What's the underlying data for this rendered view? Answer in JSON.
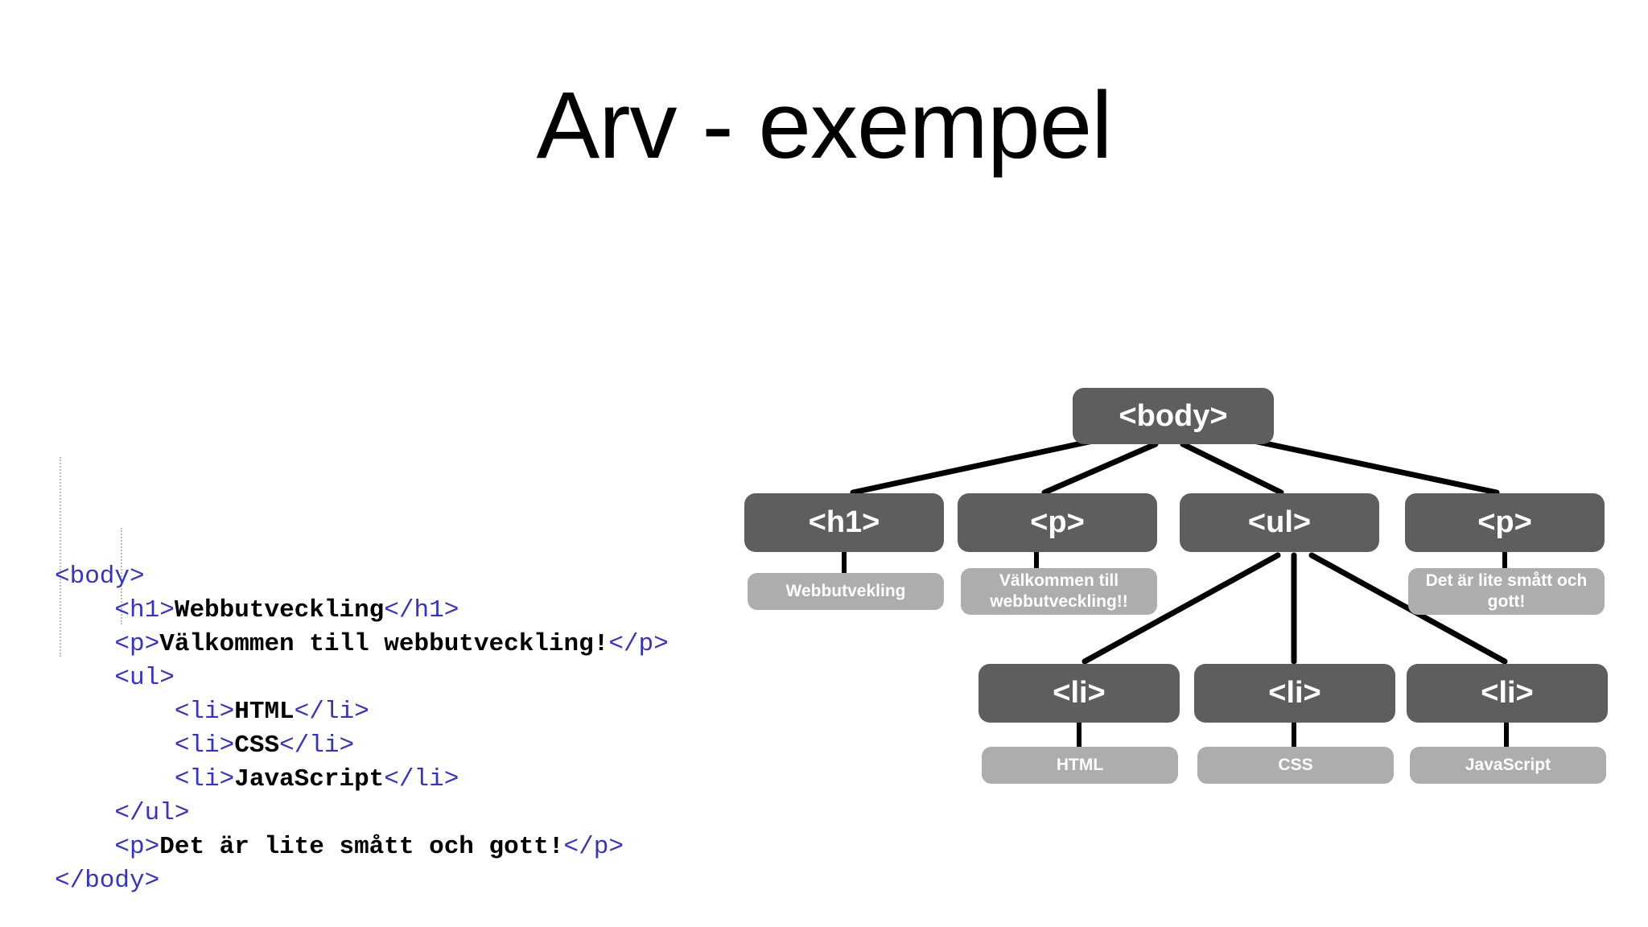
{
  "slide": {
    "title": "Arv - exempel",
    "background_color": "#ffffff"
  },
  "code": {
    "language": "html",
    "tag_color": "#3333cc",
    "text_color": "#000000",
    "lines": [
      {
        "indent": 0,
        "parts": [
          {
            "kind": "tag",
            "text": "<body>"
          }
        ]
      },
      {
        "indent": 1,
        "parts": [
          {
            "kind": "tag",
            "text": "<h1>"
          },
          {
            "kind": "txt",
            "text": "Webbutveckling"
          },
          {
            "kind": "tag",
            "text": "</h1>"
          }
        ]
      },
      {
        "indent": 1,
        "parts": [
          {
            "kind": "tag",
            "text": "<p>"
          },
          {
            "kind": "txt",
            "text": "Välkommen till webbutveckling!"
          },
          {
            "kind": "tag",
            "text": "</p>"
          }
        ]
      },
      {
        "indent": 1,
        "parts": [
          {
            "kind": "tag",
            "text": "<ul>"
          }
        ]
      },
      {
        "indent": 2,
        "parts": [
          {
            "kind": "tag",
            "text": "<li>"
          },
          {
            "kind": "txt",
            "text": "HTML"
          },
          {
            "kind": "tag",
            "text": "</li>"
          }
        ]
      },
      {
        "indent": 2,
        "parts": [
          {
            "kind": "tag",
            "text": "<li>"
          },
          {
            "kind": "txt",
            "text": "CSS"
          },
          {
            "kind": "tag",
            "text": "</li>"
          }
        ]
      },
      {
        "indent": 2,
        "parts": [
          {
            "kind": "tag",
            "text": "<li>"
          },
          {
            "kind": "txt",
            "text": "JavaScript"
          },
          {
            "kind": "tag",
            "text": "</li>"
          }
        ]
      },
      {
        "indent": 1,
        "parts": [
          {
            "kind": "tag",
            "text": "</ul>"
          }
        ]
      },
      {
        "indent": 1,
        "parts": [
          {
            "kind": "tag",
            "text": "<p>"
          },
          {
            "kind": "txt",
            "text": "Det är lite smått och gott!"
          },
          {
            "kind": "tag",
            "text": "</p>"
          }
        ]
      },
      {
        "indent": 0,
        "parts": [
          {
            "kind": "tag",
            "text": "</body>"
          }
        ]
      }
    ]
  },
  "tree": {
    "element_node_color": "#5e5e5e",
    "text_node_color": "#adadad",
    "edge_color": "#000000",
    "label_color": "#ffffff",
    "nodes": {
      "body": {
        "label": "<body>",
        "type": "element"
      },
      "h1": {
        "label": "<h1>",
        "type": "element"
      },
      "p1": {
        "label": "<p>",
        "type": "element"
      },
      "ul": {
        "label": "<ul>",
        "type": "element"
      },
      "p2": {
        "label": "<p>",
        "type": "element"
      },
      "li1": {
        "label": "<li>",
        "type": "element"
      },
      "li2": {
        "label": "<li>",
        "type": "element"
      },
      "li3": {
        "label": "<li>",
        "type": "element"
      },
      "h1_text": {
        "label": "Webbutvekling",
        "type": "text"
      },
      "p1_text": {
        "label": "Välkommen till webbutveckling!!",
        "type": "text"
      },
      "p2_text": {
        "label": "Det är lite smått och gott!",
        "type": "text"
      },
      "li1_text": {
        "label": "HTML",
        "type": "text"
      },
      "li2_text": {
        "label": "CSS",
        "type": "text"
      },
      "li3_text": {
        "label": "JavaScript",
        "type": "text"
      }
    },
    "edges": [
      {
        "from": "body",
        "to": "h1"
      },
      {
        "from": "body",
        "to": "p1"
      },
      {
        "from": "body",
        "to": "ul"
      },
      {
        "from": "body",
        "to": "p2"
      },
      {
        "from": "h1",
        "to": "h1_text"
      },
      {
        "from": "p1",
        "to": "p1_text"
      },
      {
        "from": "p2",
        "to": "p2_text"
      },
      {
        "from": "ul",
        "to": "li1"
      },
      {
        "from": "ul",
        "to": "li2"
      },
      {
        "from": "ul",
        "to": "li3"
      },
      {
        "from": "li1",
        "to": "li1_text"
      },
      {
        "from": "li2",
        "to": "li2_text"
      },
      {
        "from": "li3",
        "to": "li3_text"
      }
    ]
  }
}
